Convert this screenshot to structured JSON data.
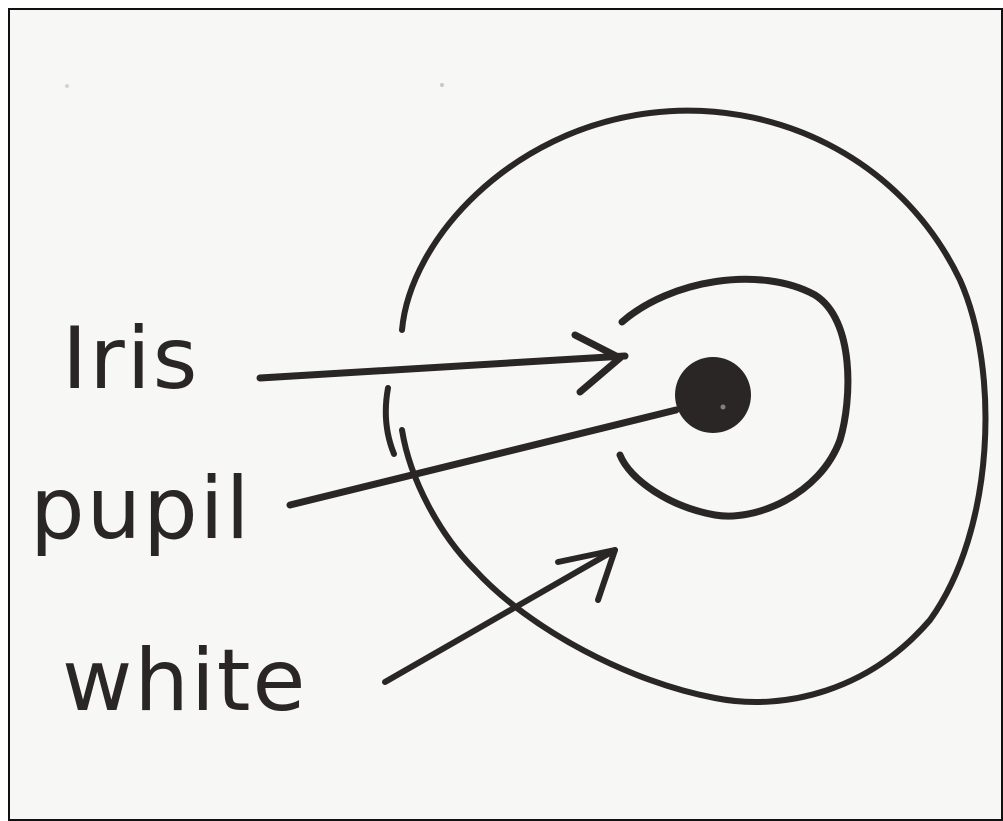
{
  "diagram": {
    "labels": {
      "iris": "Iris",
      "pupil": "pupil",
      "white": "white"
    },
    "colors": {
      "ink": "#2a2625",
      "paper": "#f7f7f6",
      "frame": "#111111"
    }
  }
}
